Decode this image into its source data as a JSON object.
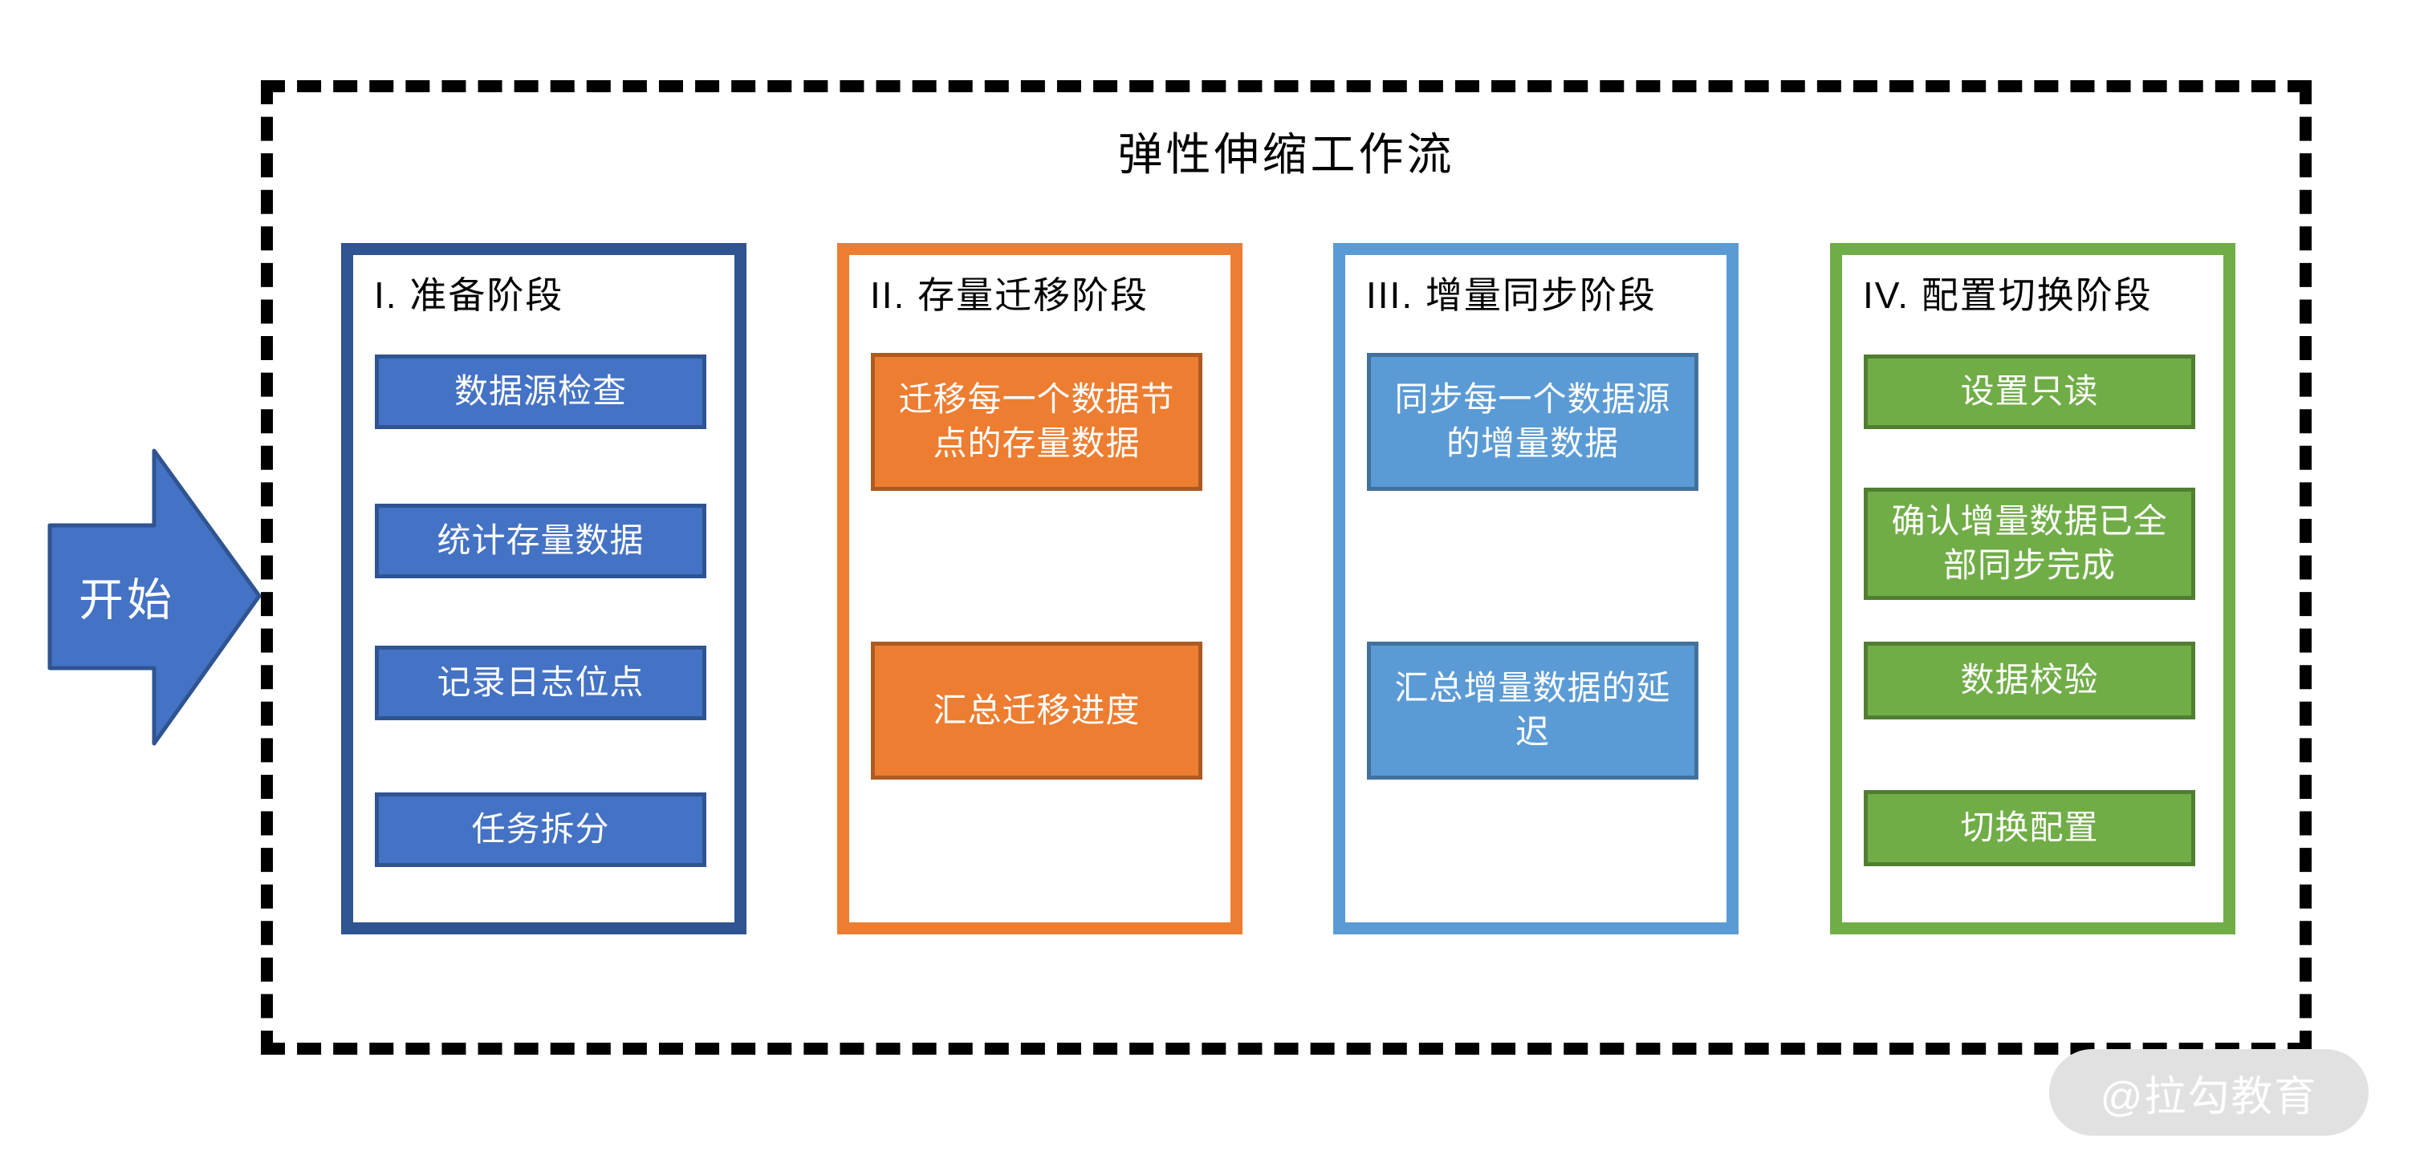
{
  "title": "弹性伸缩工作流",
  "start": {
    "label": "开始"
  },
  "phases": [
    {
      "heading": "I. 准备阶段",
      "fill": "#4472C4",
      "border": "#2F5491",
      "steps": [
        "数据源检查",
        "统计存量数据",
        "记录日志位点",
        "任务拆分"
      ]
    },
    {
      "heading": "II. 存量迁移阶段",
      "fill": "#ED7D31",
      "border": "#AE5A21",
      "steps": [
        "迁移每一个数据节点的存量数据",
        "汇总迁移进度"
      ]
    },
    {
      "heading": "III. 增量同步阶段",
      "fill": "#5B9BD5",
      "border": "#41719C",
      "steps": [
        "同步每一个数据源的增量数据",
        "汇总增量数据的延迟"
      ]
    },
    {
      "heading": "IV. 配置切换阶段",
      "fill": "#70AD47",
      "border": "#507E32",
      "steps": [
        "设置只读",
        "确认增量数据已全部同步完成",
        "数据校验",
        "切换配置"
      ]
    }
  ],
  "arrow_fill": "#4472C4",
  "arrow_border": "#2F5491",
  "frame_border_color": "#000000",
  "watermark": "@拉勾教育"
}
